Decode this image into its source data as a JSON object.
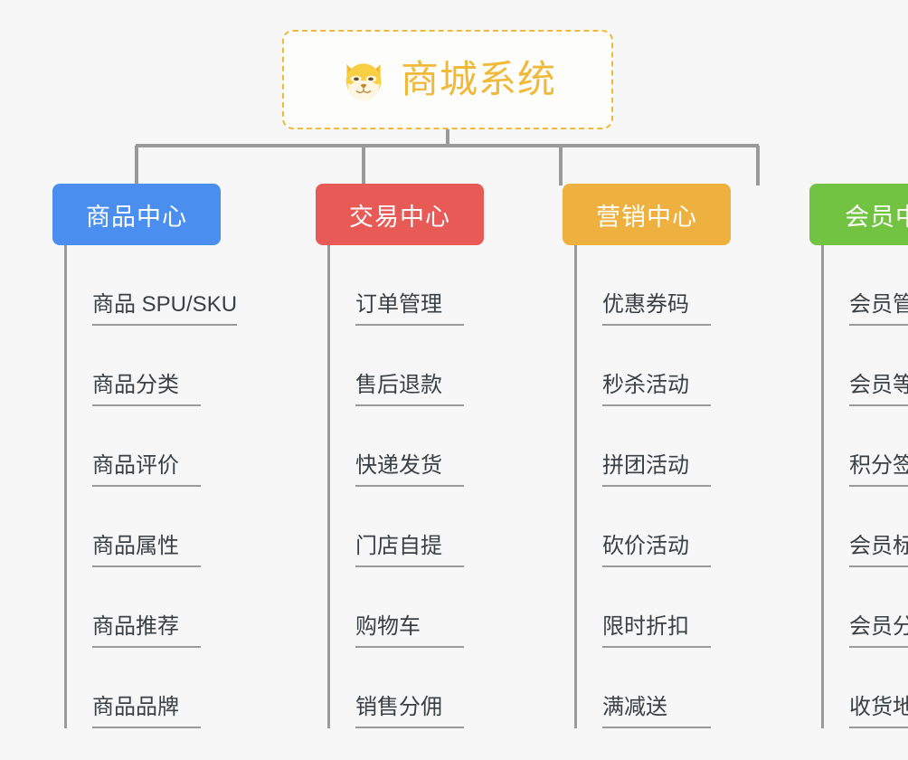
{
  "root": {
    "title": "商城系统",
    "icon": "dog-face-emoji",
    "accent_color": "#f0b93a",
    "border_style": "dashed"
  },
  "branches": [
    {
      "label": "商品中心",
      "color": "#4a8ef0",
      "items": [
        "商品 SPU/SKU",
        "商品分类",
        "商品评价",
        "商品属性",
        "商品推荐",
        "商品品牌"
      ]
    },
    {
      "label": "交易中心",
      "color": "#e85a56",
      "items": [
        "订单管理",
        "售后退款",
        "快递发货",
        "门店自提",
        "购物车",
        "销售分佣"
      ]
    },
    {
      "label": "营销中心",
      "color": "#eeb03f",
      "items": [
        "优惠券码",
        "秒杀活动",
        "拼团活动",
        "砍价活动",
        "限时折扣",
        "满减送"
      ]
    },
    {
      "label": "会员中心",
      "color": "#72c341",
      "items": [
        "会员管理",
        "会员等级",
        "积分签到",
        "会员标签",
        "会员分组",
        "收货地址"
      ]
    }
  ],
  "style": {
    "background": "#f7f7f7",
    "connector_color": "#9a9a9a",
    "leaf_text_color": "#3a3f44"
  }
}
